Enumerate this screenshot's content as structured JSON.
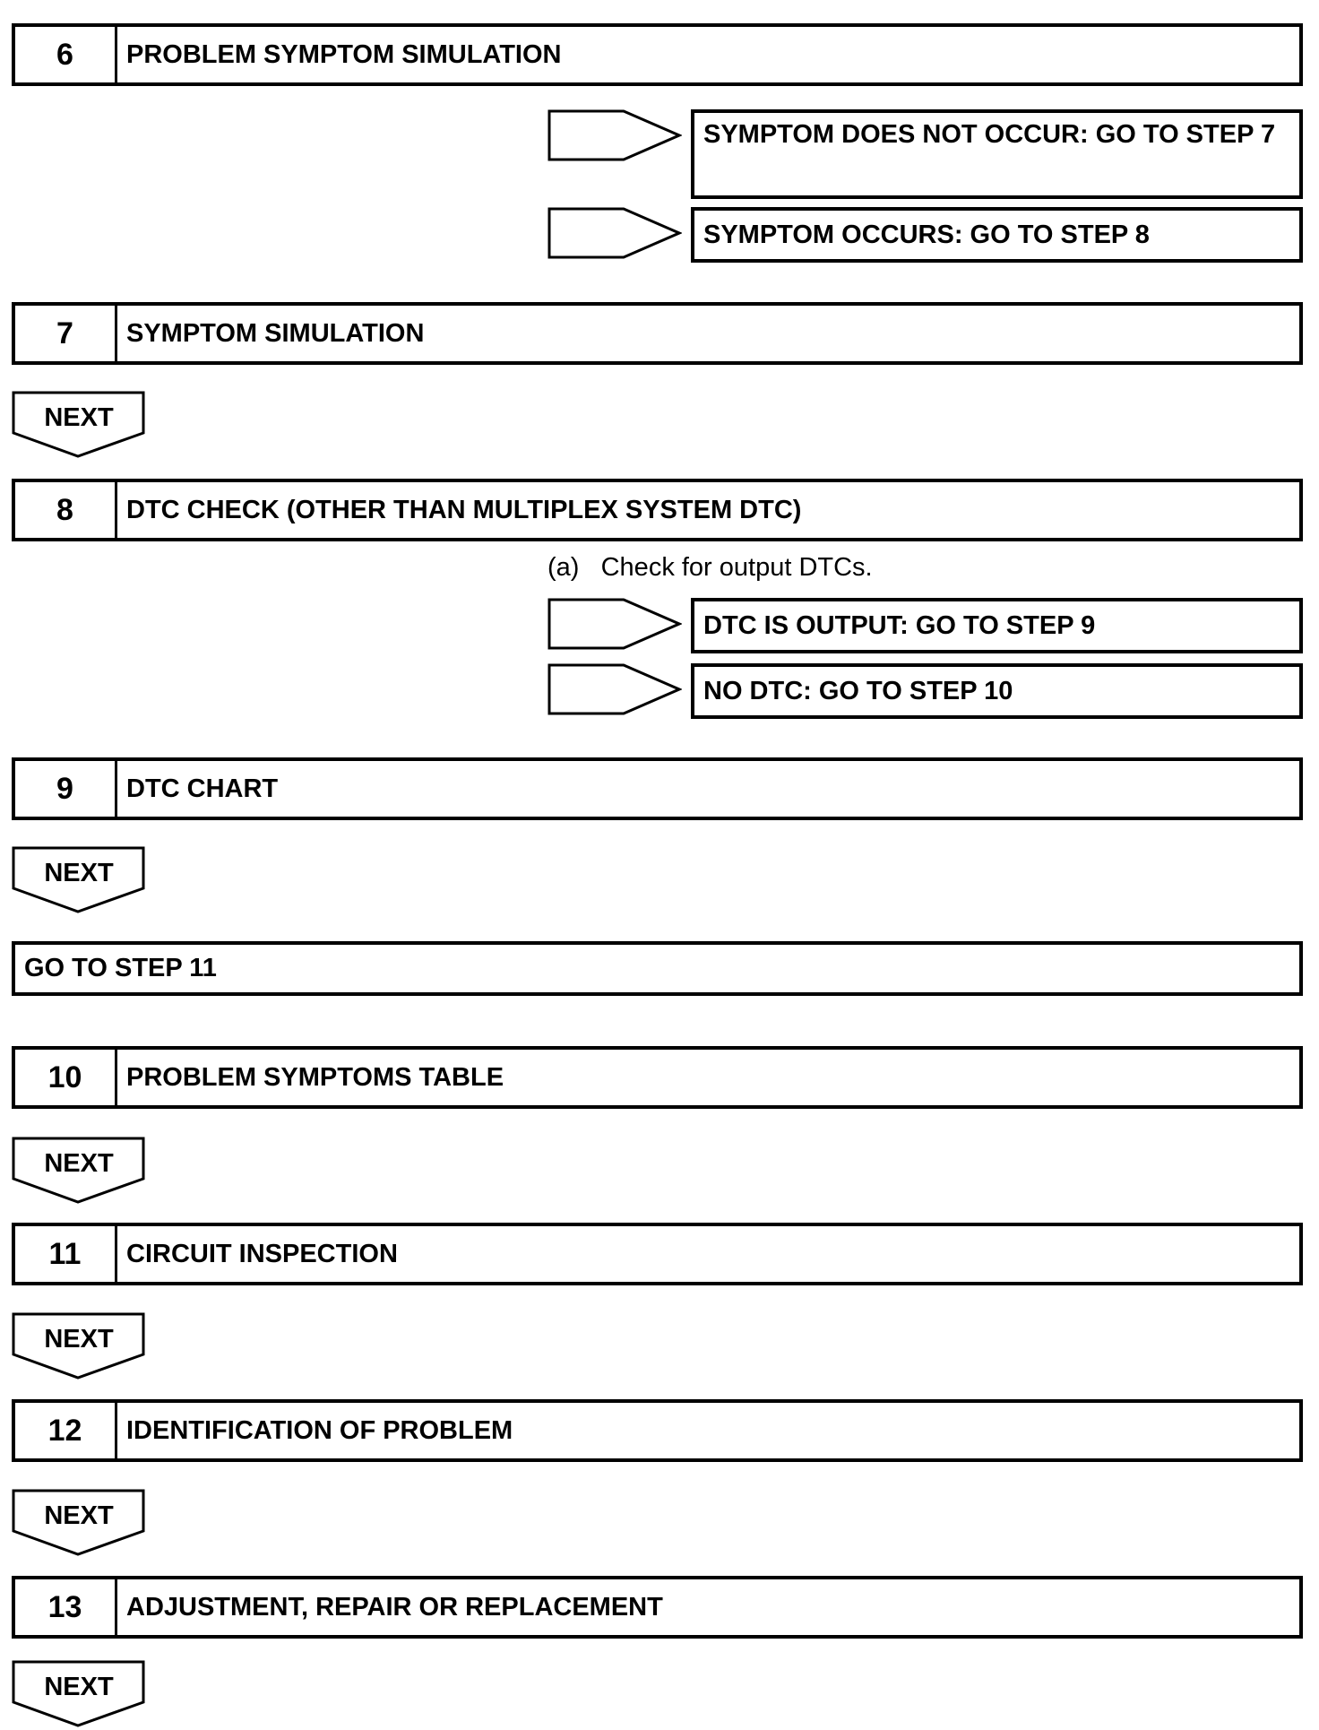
{
  "steps": [
    {
      "number": "6",
      "title": "PROBLEM SYMPTOM SIMULATION"
    },
    {
      "number": "7",
      "title": "SYMPTOM SIMULATION"
    },
    {
      "number": "8",
      "title": "DTC CHECK (OTHER THAN MULTIPLEX SYSTEM DTC)"
    },
    {
      "number": "9",
      "title": "DTC CHART"
    },
    {
      "number": "10",
      "title": "PROBLEM SYMPTOMS TABLE"
    },
    {
      "number": "11",
      "title": "CIRCUIT INSPECTION"
    },
    {
      "number": "12",
      "title": "IDENTIFICATION OF PROBLEM"
    },
    {
      "number": "13",
      "title": "ADJUSTMENT, REPAIR OR REPLACEMENT"
    }
  ],
  "step6_results": [
    "SYMPTOM DOES NOT OCCUR: GO TO STEP 7",
    "SYMPTOM OCCURS: GO TO STEP 8"
  ],
  "step8_note": "(a)   Check for output DTCs.",
  "step8_results": [
    "DTC IS OUTPUT: GO TO STEP 9",
    "NO DTC: GO TO STEP 10"
  ],
  "goto_step11": "GO TO STEP 11",
  "next_label": "NEXT"
}
